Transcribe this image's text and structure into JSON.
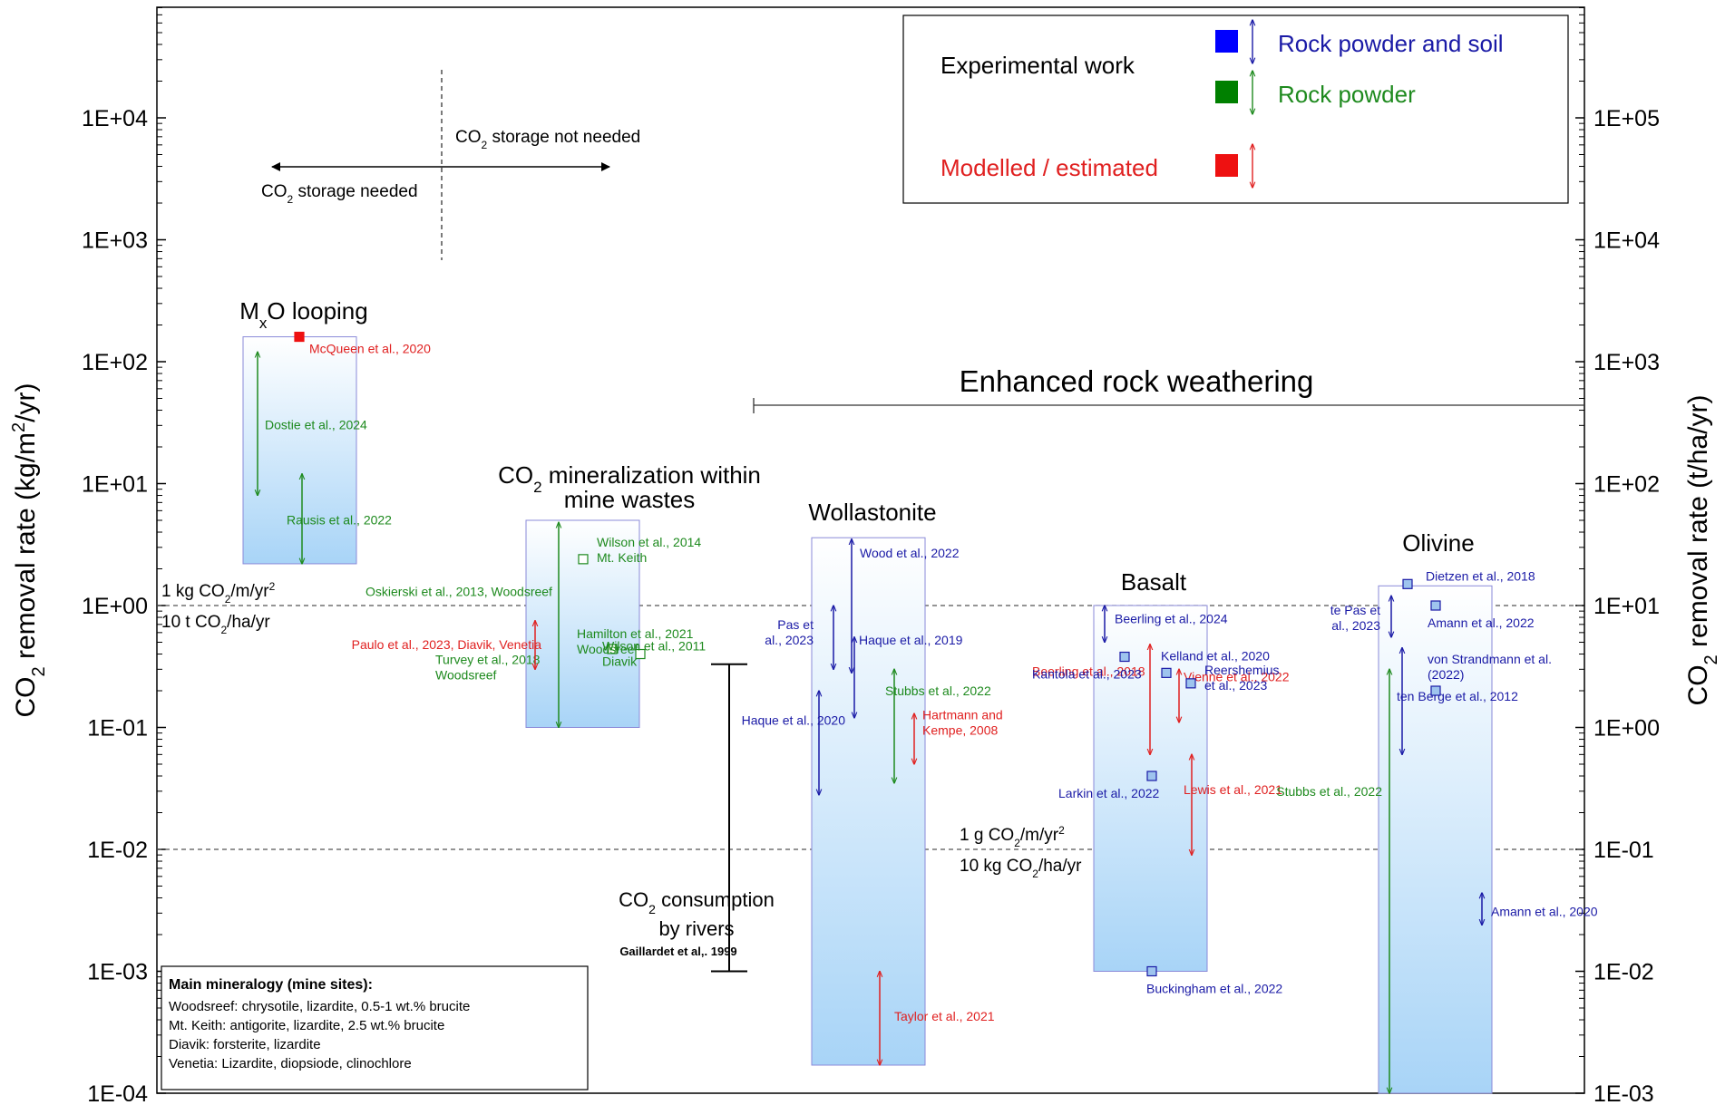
{
  "chart_data": {
    "type": "scatter",
    "y_scale": "log",
    "ylim": [
      0.0001,
      100000
    ],
    "y_ticks_left": [
      "1E-04",
      "1E-03",
      "1E-02",
      "1E-01",
      "1E+00",
      "1E+01",
      "1E+02",
      "1E+03",
      "1E+04"
    ],
    "y_ticks_right": [
      "1E-03",
      "1E-02",
      "1E-01",
      "1E+00",
      "1E+01",
      "1E+02",
      "1E+03",
      "1E+04",
      "1E+05"
    ],
    "ylabel_left": {
      "pre": "CO",
      "sub": "2",
      "post": " removal rate (kg/m",
      "sup": "2",
      "tail": "/yr)"
    },
    "ylabel_right": {
      "pre": "CO",
      "sub": "2",
      "post": " removal rate (t/ha/yr)"
    },
    "legend": {
      "experimental_label": "Experimental work",
      "modelled_label": "Modelled / estimated",
      "entries": [
        {
          "name": "Rock powder and soil",
          "color": "#0000ff"
        },
        {
          "name": "Rock powder",
          "color": "#008000"
        },
        {
          "name": "Modelled / estimated",
          "color": "#ff0000"
        }
      ]
    },
    "reference_lines": [
      {
        "y": 1,
        "label_above": {
          "pre": "1 kg CO",
          "sub": "2",
          "mid": "/m",
          "sup": "2",
          "post": "/yr"
        },
        "label_below": {
          "pre": "10 t CO",
          "sub": "2",
          "post": "/ha/yr"
        }
      },
      {
        "y": 0.01,
        "label_above": {
          "pre": "1 g CO",
          "sub": "2",
          "mid": "/m",
          "sup": "2",
          "post": "/yr"
        },
        "label_below": {
          "pre": "10 kg CO",
          "sub": "2",
          "post": "/ha/yr"
        }
      }
    ],
    "storage_annotation": {
      "needed": {
        "pre": "CO",
        "sub": "2",
        "post": " storage needed"
      },
      "not_needed": {
        "pre": "CO",
        "sub": "2",
        "post": " storage not needed"
      }
    },
    "erw_label": "Enhanced rock weathering",
    "rivers": {
      "line1": {
        "pre": "CO",
        "sub": "2",
        "post": " consumption"
      },
      "line2": "by rivers",
      "citation": "Gaillardet et al,. 1999",
      "range": [
        0.001,
        0.33
      ]
    },
    "mineralogy_box": {
      "title": "Main mineralogy (mine sites):",
      "lines": [
        "Woodsreef: chrysotile, lizardite, 0.5-1 wt.% brucite",
        "Mt. Keith: antigorite, lizardite, 2.5 wt.% brucite",
        "Diavik: forsterite, lizardite",
        "Venetia: Lizardite, diopsiode, clinochlore"
      ]
    },
    "groups": [
      {
        "id": "mxo",
        "title": {
          "pre": "M",
          "sub": "x",
          "post": "O looping"
        },
        "range": [
          2.2,
          160
        ],
        "ranges": [
          {
            "kind": "green",
            "min": 8,
            "max": 120,
            "label": "Dostie et al., 2024"
          },
          {
            "kind": "green",
            "min": 2.2,
            "max": 12,
            "label": "Rausis et al., 2022"
          }
        ],
        "points": [
          {
            "kind": "red",
            "style": "filled",
            "value": 160,
            "label": "McQueen et al., 2020"
          }
        ]
      },
      {
        "id": "mine",
        "title_line1": {
          "pre": "CO",
          "sub": "2",
          "post": " mineralization within"
        },
        "title_line2": "mine wastes",
        "range": [
          0.1,
          5
        ],
        "ranges": [
          {
            "kind": "green",
            "min": 0.1,
            "max": 4.8,
            "label": "Turvey et al., 2018",
            "label2": "Woodsreef"
          },
          {
            "kind": "red",
            "min": 0.3,
            "max": 0.75,
            "label": "Paulo et al., 2023, Diavik, Venetia"
          }
        ],
        "points": [
          {
            "kind": "green",
            "style": "open",
            "value": 2.4,
            "label": "Wilson et al., 2014",
            "label2": "Mt. Keith"
          },
          {
            "kind": "green",
            "style": "open",
            "value": 0.44,
            "label": "Hamilton et al., 2021",
            "label2": "Woodsreef"
          },
          {
            "kind": "green",
            "style": "open",
            "value": 0.4,
            "label": "Wilson et al., 2011",
            "label2": "Diavik"
          }
        ],
        "extra_labels": [
          {
            "kind": "green",
            "text": "Oskierski et al., 2013, Woodsreef"
          }
        ]
      },
      {
        "id": "wollastonite",
        "title": "Wollastonite",
        "range": [
          0.00017,
          3.6
        ],
        "ranges": [
          {
            "kind": "blue",
            "min": 0.28,
            "max": 3.5,
            "label": "Wood et al., 2022"
          },
          {
            "kind": "blue",
            "min": 0.3,
            "max": 1.0,
            "label": "Pas et",
            "label2": "al., 2023"
          },
          {
            "kind": "blue",
            "min": 0.12,
            "max": 0.55,
            "label": "Haque et al., 2019"
          },
          {
            "kind": "blue",
            "min": 0.028,
            "max": 0.2,
            "label": "Haque et al., 2020"
          },
          {
            "kind": "green",
            "min": 0.035,
            "max": 0.3,
            "label": "Stubbs et al., 2022"
          },
          {
            "kind": "red",
            "min": 0.05,
            "max": 0.13,
            "label": "Hartmann and",
            "label2": "Kempe, 2008"
          },
          {
            "kind": "red",
            "min": 0.00017,
            "max": 0.001,
            "label": "Taylor et al., 2021"
          }
        ],
        "points": []
      },
      {
        "id": "basalt",
        "title": "Basalt",
        "range": [
          0.001,
          1.0
        ],
        "ranges": [
          {
            "kind": "blue",
            "min": 0.5,
            "max": 1.0,
            "label": "Beerling et al., 2024"
          },
          {
            "kind": "red",
            "min": 0.06,
            "max": 0.48,
            "label": "Beerling et al., 2018"
          },
          {
            "kind": "red",
            "min": 0.11,
            "max": 0.3,
            "label": "Vienne et al., 2022"
          },
          {
            "kind": "red",
            "min": 0.009,
            "max": 0.06,
            "label": "Lewis et al., 2021"
          }
        ],
        "points": [
          {
            "kind": "blue",
            "style": "light",
            "value": 0.38,
            "label": "Kantola et al., 2023"
          },
          {
            "kind": "blue",
            "style": "light",
            "value": 0.28,
            "label": "Kelland et al., 2020"
          },
          {
            "kind": "blue",
            "style": "light",
            "value": 0.23,
            "label": "Reershemius",
            "label2": "et al., 2023"
          },
          {
            "kind": "blue",
            "style": "light",
            "value": 0.04,
            "label": "Larkin et al., 2022"
          },
          {
            "kind": "blue",
            "style": "light",
            "value": 0.001,
            "label": "Buckingham et al., 2022"
          }
        ]
      },
      {
        "id": "olivine",
        "title": "Olivine",
        "range": [
          0.0001,
          1.45
        ],
        "ranges": [
          {
            "kind": "blue",
            "min": 0.55,
            "max": 1.2,
            "label": "te Pas et",
            "label2": "al., 2023"
          },
          {
            "kind": "blue",
            "min": 0.06,
            "max": 0.45,
            "label": "ten Berge et al., 2012"
          },
          {
            "kind": "green",
            "min": 0.0001,
            "max": 0.3,
            "label": "Stubbs et al., 2022"
          },
          {
            "kind": "blue",
            "min": 0.0024,
            "max": 0.0044,
            "label": "Amann et al., 2020"
          }
        ],
        "points": [
          {
            "kind": "blue",
            "style": "light",
            "value": 1.5,
            "label": "Dietzen et al., 2018"
          },
          {
            "kind": "blue",
            "style": "light",
            "value": 1.0,
            "label": "Amann et al., 2022"
          },
          {
            "kind": "blue",
            "style": "light",
            "value": 0.2,
            "label": "von Strandmann et al.",
            "label2": "(2022)"
          }
        ]
      }
    ]
  }
}
